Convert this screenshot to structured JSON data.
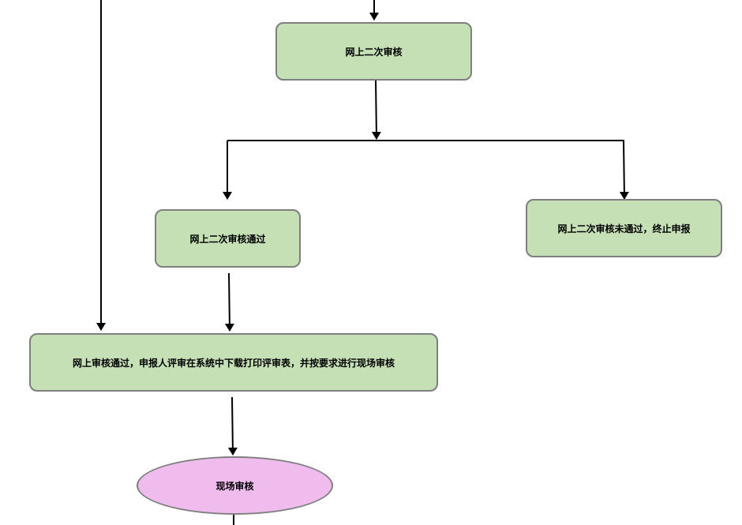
{
  "colors": {
    "process_fill": "#c5e0b4",
    "terminal_fill": "#f0bcee",
    "border": "#7f7f7f",
    "connector": "#000000"
  },
  "nodes": {
    "second_review": {
      "label": "网上二次审核",
      "shape": "rounded-rect"
    },
    "second_pass": {
      "label": "网上二次审核通过",
      "shape": "rounded-rect"
    },
    "second_fail": {
      "label": "网上二次审核未通过，终止申报",
      "shape": "rounded-rect"
    },
    "online_pass": {
      "label": "网上审核通过，申报人评审在系统中下载打印评审表，并按要求进行现场审核",
      "shape": "rounded-rect"
    },
    "site_review": {
      "label": "现场审核",
      "shape": "ellipse"
    }
  }
}
